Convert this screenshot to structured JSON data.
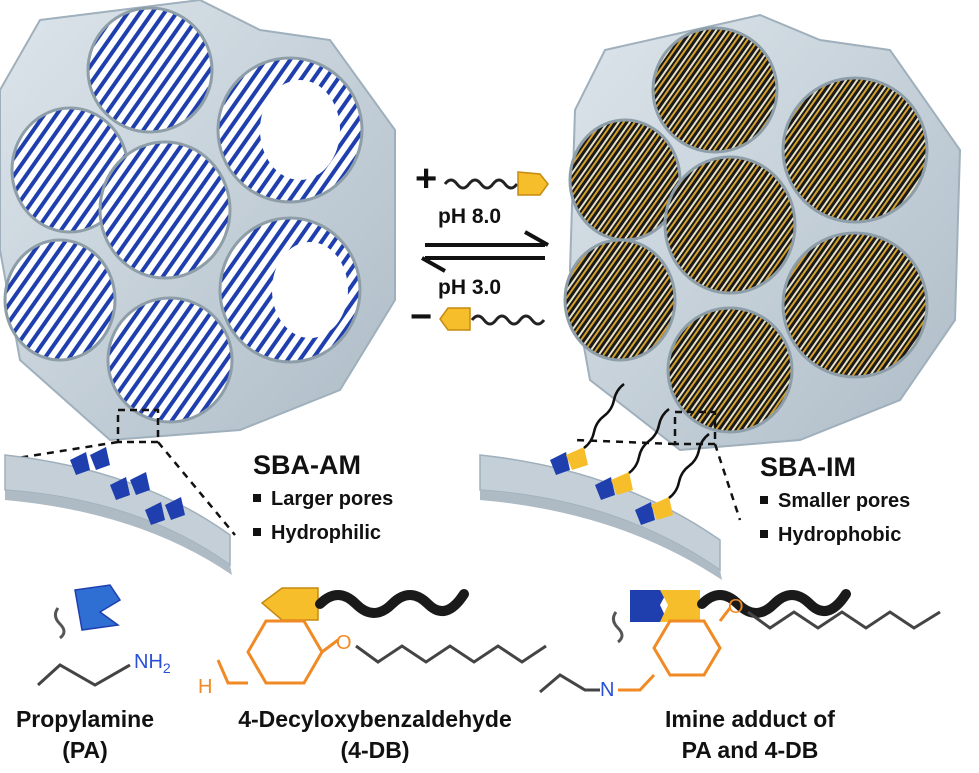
{
  "center": {
    "plus_sign": "+",
    "minus_sign": "−",
    "forward_condition": "pH 8.0",
    "reverse_condition": "pH 3.0"
  },
  "left_material": {
    "name": "SBA-AM",
    "properties": [
      "Larger pores",
      "Hydrophilic"
    ]
  },
  "right_material": {
    "name": "SBA-IM",
    "properties": [
      "Smaller pores",
      "Hydrophobic"
    ]
  },
  "molecules": {
    "pa": {
      "line1": "Propylamine",
      "line2": "(PA)",
      "atom_label": "NH2"
    },
    "db": {
      "line1": "4-Decyloxybenzaldehyde",
      "line2": "(4-DB)",
      "atom_o": "O",
      "atom_h": "H"
    },
    "adduct": {
      "line1": "Imine adduct of",
      "line2": "PA and 4-DB",
      "atom_n": "N",
      "atom_o": "O"
    }
  },
  "colors": {
    "silica": "#c9d4dc",
    "silica_edge": "#9fb0bc",
    "amine_blue": "#1f3fae",
    "aldehyde_orange": "#f08a24",
    "aldehyde_yellow": "#f6be2a",
    "chain_dark": "#222222",
    "amine_n_blue": "#2a4fd8"
  }
}
